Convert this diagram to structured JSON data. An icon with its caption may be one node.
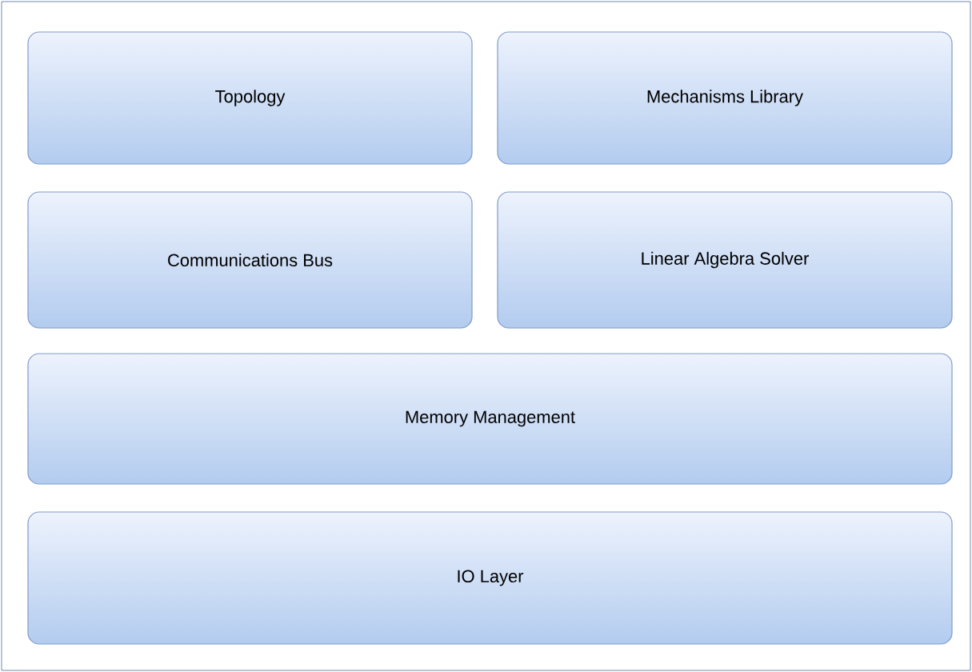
{
  "diagram": {
    "nodes": [
      {
        "text": [
          "Topology"
        ]
      },
      {
        "text": [
          "Mechanisms Library"
        ]
      },
      {
        "text": [
          "Communications Bus"
        ]
      },
      {
        "text": [
          "Linear Algebra Solver"
        ]
      },
      {
        "text": [
          "Memory Management"
        ]
      },
      {
        "text": [
          "IO Layer"
        ]
      }
    ]
  }
}
